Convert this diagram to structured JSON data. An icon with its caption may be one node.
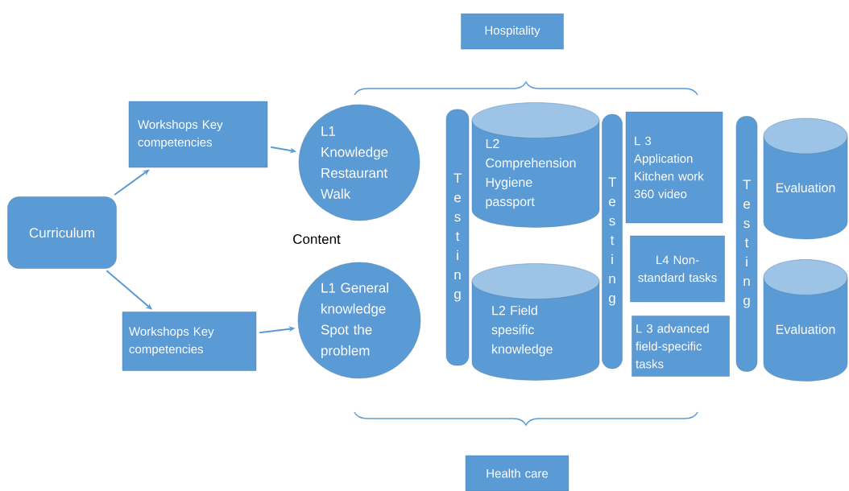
{
  "diagram": {
    "nodes": [
      {
        "text": [
          "Hospitality"
        ]
      },
      {
        "text": [
          "Curriculum"
        ]
      },
      {
        "text": [
          "Workshops Key competencies"
        ]
      },
      {
        "text": [
          "L1 Knowledge Restaurant Walk"
        ]
      },
      {
        "text": [
          "Workshops Key competencies"
        ]
      },
      {
        "text": [
          "L1 General knowledge Spot the problem"
        ]
      },
      {
        "text": [
          "Testing"
        ]
      },
      {
        "text": [
          "L2 Comprehension Hygiene passport"
        ]
      },
      {
        "text": [
          "L2 Field spesific knowledge"
        ]
      },
      {
        "text": [
          "Testing"
        ]
      },
      {
        "text": [
          "L 3 Application Kitchen work 360 video"
        ]
      },
      {
        "text": [
          "L4 Non-standard tasks"
        ]
      },
      {
        "text": [
          "L 3 advanced field-specific tasks"
        ]
      },
      {
        "text": [
          "Testing"
        ]
      },
      {
        "text": [
          "Evaluation"
        ]
      },
      {
        "text": [
          "Evaluation"
        ]
      },
      {
        "text": [
          "Health care"
        ]
      }
    ],
    "edges": [
      {
        "from": 1,
        "to": 2,
        "arrow": "to"
      },
      {
        "from": 1,
        "to": 4,
        "arrow": "to"
      },
      {
        "from": 2,
        "to": 3,
        "arrow": "to"
      },
      {
        "from": 4,
        "to": 5,
        "arrow": "to"
      }
    ],
    "labels": [
      "Content"
    ]
  }
}
